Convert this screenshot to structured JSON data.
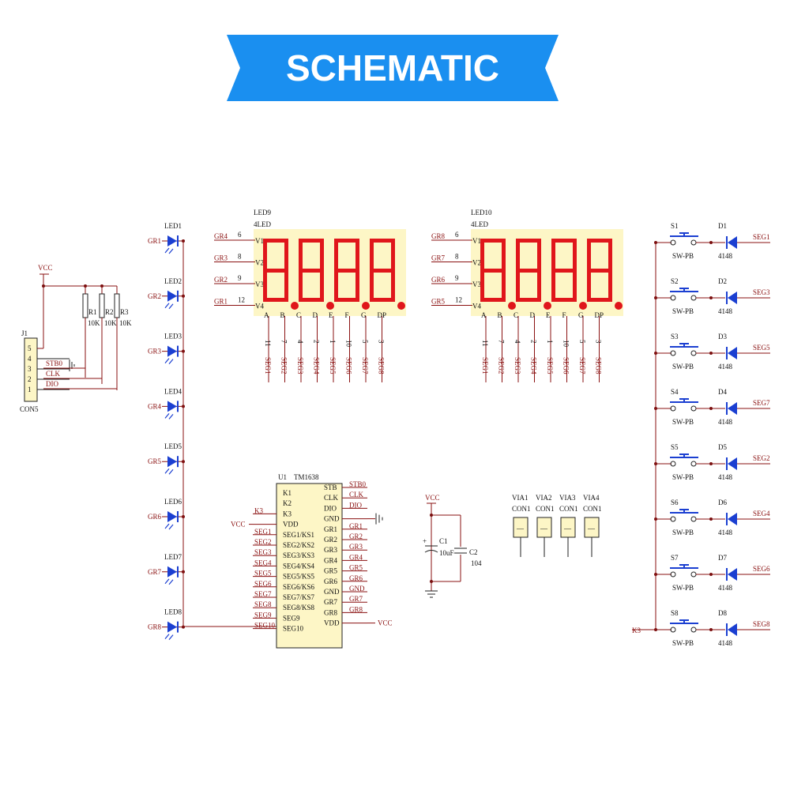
{
  "banner": {
    "title": "SCHEMATIC",
    "color": "#1a8ff0"
  },
  "colors": {
    "wire": "#8a1010",
    "led": "#1b3fd1",
    "segment": "#e0161b",
    "display_bg": "#fdf6c6",
    "part_bg": "#fdf6c6"
  },
  "connector": {
    "ref": "J1",
    "name": "CON5",
    "vcc": "VCC",
    "pins": [
      "5",
      "4",
      "3",
      "2",
      "1"
    ],
    "signals": [
      "STB0",
      "CLK",
      "DIO"
    ]
  },
  "resistors": [
    {
      "ref": "R1",
      "value": "10K"
    },
    {
      "ref": "R2",
      "value": "10K"
    },
    {
      "ref": "R3",
      "value": "10K"
    }
  ],
  "leds": [
    {
      "ref": "LED1",
      "net": "GR1"
    },
    {
      "ref": "LED2",
      "net": "GR2"
    },
    {
      "ref": "LED3",
      "net": "GR3"
    },
    {
      "ref": "LED4",
      "net": "GR4"
    },
    {
      "ref": "LED5",
      "net": "GR5"
    },
    {
      "ref": "LED6",
      "net": "GR6"
    },
    {
      "ref": "LED7",
      "net": "GR7"
    },
    {
      "ref": "LED8",
      "net": "GR8"
    }
  ],
  "displays": [
    {
      "ref": "LED9",
      "type": "4LED",
      "grids": [
        {
          "net": "GR4",
          "pin": "6",
          "v": "V1"
        },
        {
          "net": "GR3",
          "pin": "8",
          "v": "V2"
        },
        {
          "net": "GR2",
          "pin": "9",
          "v": "V3"
        },
        {
          "net": "GR1",
          "pin": "12",
          "v": "V4"
        }
      ],
      "segs": [
        {
          "name": "A",
          "pin": "11",
          "net": "SEG1"
        },
        {
          "name": "B",
          "pin": "7",
          "net": "SEG2"
        },
        {
          "name": "C",
          "pin": "4",
          "net": "SEG3"
        },
        {
          "name": "D",
          "pin": "2",
          "net": "SEG4"
        },
        {
          "name": "E",
          "pin": "1",
          "net": "SEG5"
        },
        {
          "name": "F",
          "pin": "10",
          "net": "SEG6"
        },
        {
          "name": "G",
          "pin": "5",
          "net": "SEG7"
        },
        {
          "name": "DP",
          "pin": "3",
          "net": "SEG8"
        }
      ]
    },
    {
      "ref": "LED10",
      "type": "4LED",
      "grids": [
        {
          "net": "GR8",
          "pin": "6",
          "v": "V1"
        },
        {
          "net": "GR7",
          "pin": "8",
          "v": "V2"
        },
        {
          "net": "GR6",
          "pin": "9",
          "v": "V3"
        },
        {
          "net": "GR5",
          "pin": "12",
          "v": "V4"
        }
      ],
      "segs": [
        {
          "name": "A",
          "pin": "11",
          "net": "SEG1"
        },
        {
          "name": "B",
          "pin": "7",
          "net": "SEG2"
        },
        {
          "name": "C",
          "pin": "4",
          "net": "SEG3"
        },
        {
          "name": "D",
          "pin": "2",
          "net": "SEG4"
        },
        {
          "name": "E",
          "pin": "1",
          "net": "SEG5"
        },
        {
          "name": "F",
          "pin": "10",
          "net": "SEG6"
        },
        {
          "name": "G",
          "pin": "5",
          "net": "SEG7"
        },
        {
          "name": "DP",
          "pin": "3",
          "net": "SEG8"
        }
      ]
    }
  ],
  "ic": {
    "ref": "U1",
    "name": "TM1638",
    "left_pins": [
      "K1",
      "K2",
      "K3",
      "VDD",
      "SEG1/KS1",
      "SEG2/KS2",
      "SEG3/KS3",
      "SEG4/KS4",
      "SEG5/KS5",
      "SEG6/KS6",
      "SEG7/KS7",
      "SEG8/KS8",
      "SEG9",
      "SEG10"
    ],
    "right_pins": [
      "STB",
      "CLK",
      "DIO",
      "GND",
      "GR1",
      "GR2",
      "GR3",
      "GR4",
      "GR5",
      "GR6",
      "GND",
      "GR7",
      "GR8",
      "VDD"
    ],
    "left_nets": [
      "",
      "",
      "K3",
      "VCC",
      "SEG1",
      "SEG2",
      "SEG3",
      "SEG4",
      "SEG5",
      "SEG6",
      "SEG7",
      "SEG8",
      "SEG9",
      "SEG10"
    ],
    "right_nets": [
      "STB0",
      "CLK",
      "DIO",
      "",
      "GR1",
      "GR2",
      "GR3",
      "GR4",
      "GR5",
      "GR6",
      "GND",
      "GR7",
      "GR8",
      "VCC"
    ]
  },
  "caps": {
    "vcc": "VCC",
    "c1_ref": "C1",
    "c1_value": "10uF",
    "c2_ref": "C2",
    "c2_value": "104",
    "plus": "+"
  },
  "vias": [
    {
      "ref": "VIA1",
      "name": "CON1",
      "mark": "—"
    },
    {
      "ref": "VIA2",
      "name": "CON1",
      "mark": "—"
    },
    {
      "ref": "VIA3",
      "name": "CON1",
      "mark": "—"
    },
    {
      "ref": "VIA4",
      "name": "CON1",
      "mark": "—"
    }
  ],
  "switches": [
    {
      "sw": "S1",
      "type": "SW-PB",
      "diode": "D1",
      "dval": "4148",
      "net": "SEG1"
    },
    {
      "sw": "S2",
      "type": "SW-PB",
      "diode": "D2",
      "dval": "4148",
      "net": "SEG3"
    },
    {
      "sw": "S3",
      "type": "SW-PB",
      "diode": "D3",
      "dval": "4148",
      "net": "SEG5"
    },
    {
      "sw": "S4",
      "type": "SW-PB",
      "diode": "D4",
      "dval": "4148",
      "net": "SEG7"
    },
    {
      "sw": "S5",
      "type": "SW-PB",
      "diode": "D5",
      "dval": "4148",
      "net": "SEG2"
    },
    {
      "sw": "S6",
      "type": "SW-PB",
      "diode": "D6",
      "dval": "4148",
      "net": "SEG4"
    },
    {
      "sw": "S7",
      "type": "SW-PB",
      "diode": "D7",
      "dval": "4148",
      "net": "SEG6"
    },
    {
      "sw": "S8",
      "type": "SW-PB",
      "diode": "D8",
      "dval": "4148",
      "net": "SEG8"
    }
  ],
  "k3_net": "K3"
}
